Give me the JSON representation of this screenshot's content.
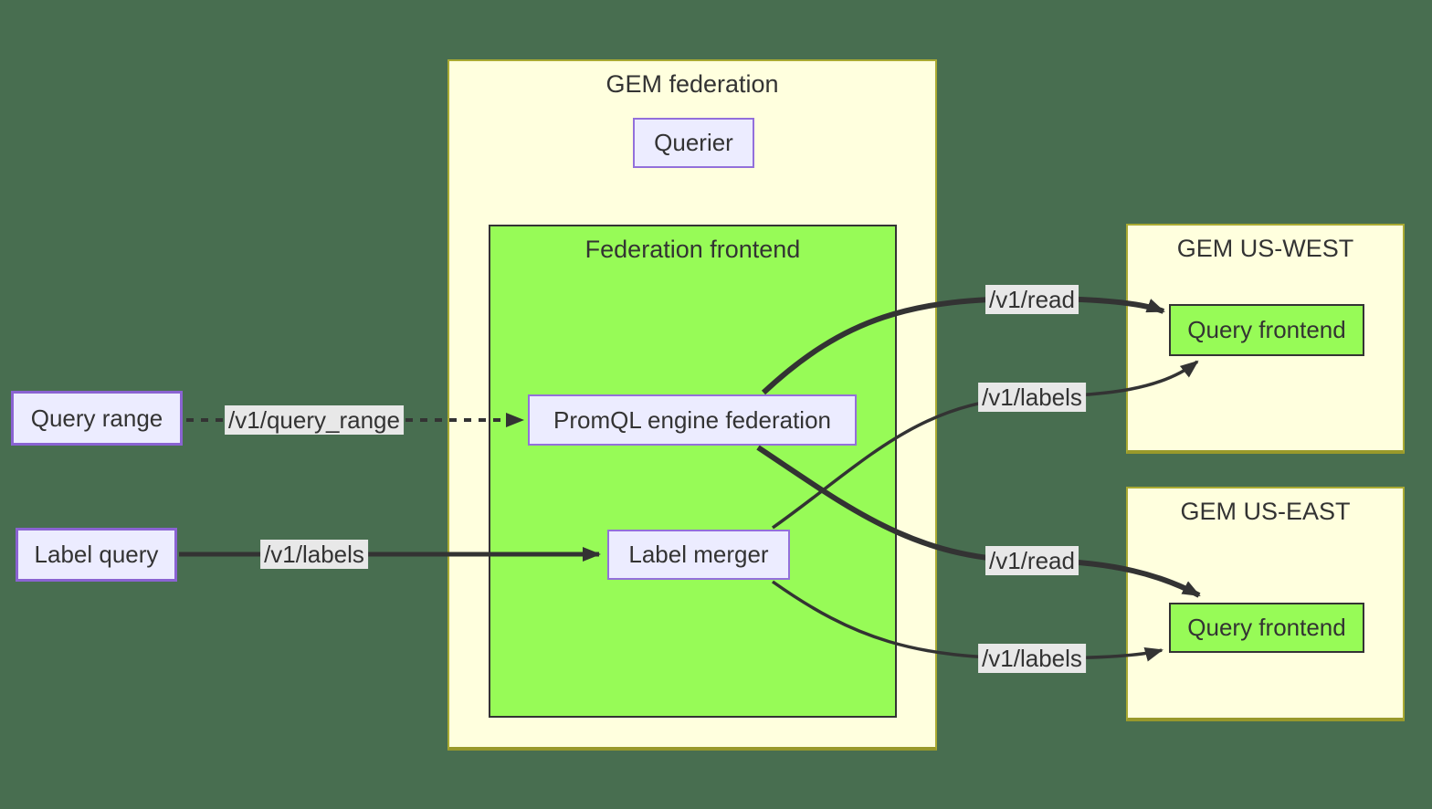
{
  "diagram": {
    "type": "architecture-flow",
    "background_color": "#486E50",
    "colors": {
      "cluster_fill": "#ffffde",
      "cluster_border": "#aaaa33",
      "green_fill": "#97fb57",
      "node_fill": "#ececff",
      "node_border": "#9370db",
      "arrow": "#333333",
      "edge_label_bg": "#e8e8e8",
      "text": "#333333"
    },
    "clusters": {
      "gem_federation": {
        "title": "GEM federation"
      },
      "federation_frontend": {
        "title": "Federation frontend"
      },
      "gem_us_west": {
        "title": "GEM US-WEST"
      },
      "gem_us_east": {
        "title": "GEM US-EAST"
      }
    },
    "nodes": {
      "querier": {
        "label": "Querier"
      },
      "promql_engine": {
        "label": "PromQL engine federation"
      },
      "label_merger": {
        "label": "Label merger"
      },
      "query_range": {
        "label": "Query range"
      },
      "label_query": {
        "label": "Label query"
      },
      "query_frontend_west": {
        "label": "Query frontend"
      },
      "query_frontend_east": {
        "label": "Query frontend"
      }
    },
    "edges": [
      {
        "from": "query_range",
        "to": "promql_engine",
        "label": "/v1/query_range",
        "style": "dotted"
      },
      {
        "from": "label_query",
        "to": "label_merger",
        "label": "/v1/labels",
        "style": "solid"
      },
      {
        "from": "promql_engine",
        "to": "query_frontend_west",
        "label": "/v1/read",
        "style": "thick"
      },
      {
        "from": "label_merger",
        "to": "query_frontend_west",
        "label": "/v1/labels",
        "style": "solid"
      },
      {
        "from": "promql_engine",
        "to": "query_frontend_east",
        "label": "/v1/read",
        "style": "thick"
      },
      {
        "from": "label_merger",
        "to": "query_frontend_east",
        "label": "/v1/labels",
        "style": "solid"
      }
    ]
  }
}
